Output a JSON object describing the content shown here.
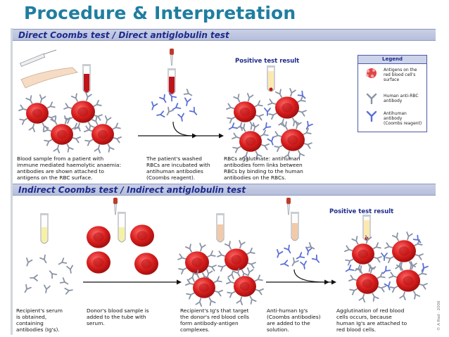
{
  "title": "Procedure & Interpretation",
  "colors": {
    "title": "#1f7ea0",
    "banner_text": "#1e2a8c",
    "rbc": "#d81e1e",
    "antibody_gray": "#8a93a5",
    "antihuman_blue": "#5b6fd6"
  },
  "direct": {
    "banner": "Direct Coombs test / Direct antiglobulin test",
    "positive_label": "Positive test result",
    "captions": [
      "Blood sample from a patient with\nimmune mediated haemolytic anaemia:\nantibodies are shown attached to\nantigens on the RBC surface.",
      "The patient's washed\nRBCs are incubated with\nantihuman antibodies\n(Coombs reagent).",
      "RBCs agglutinate: antihuman\nantibodies form links between\nRBCs by binding to the human\nantibodies on the RBCs."
    ],
    "legend": {
      "title": "Legend",
      "items": [
        "Antigens on the\nred blood cell's\nsurface",
        "Human anti-RBC\nantibody",
        "Antihuman\nantibody\n(Coombs reagent)"
      ]
    }
  },
  "indirect": {
    "banner": "Indirect Coombs test / Indirect antiglobulin test",
    "positive_label": "Positive test result",
    "captions": [
      "Recipient's serum\nis obtained,\ncontaining\nantibodies (Ig's).",
      "Donor's blood sample is\nadded to the tube with\nserum.",
      "Recipient's Ig's that target\nthe donor's red blood cells\nform antibody-antigen\ncomplexes.",
      "Anti-human Ig's\n(Coombs antibodies)\nare added to the\nsolution.",
      "Agglutination of red blood\ncells occurs, because\nhuman Ig's are attached to\nred blood cells."
    ]
  },
  "copyright": "© A Rad · 2006"
}
